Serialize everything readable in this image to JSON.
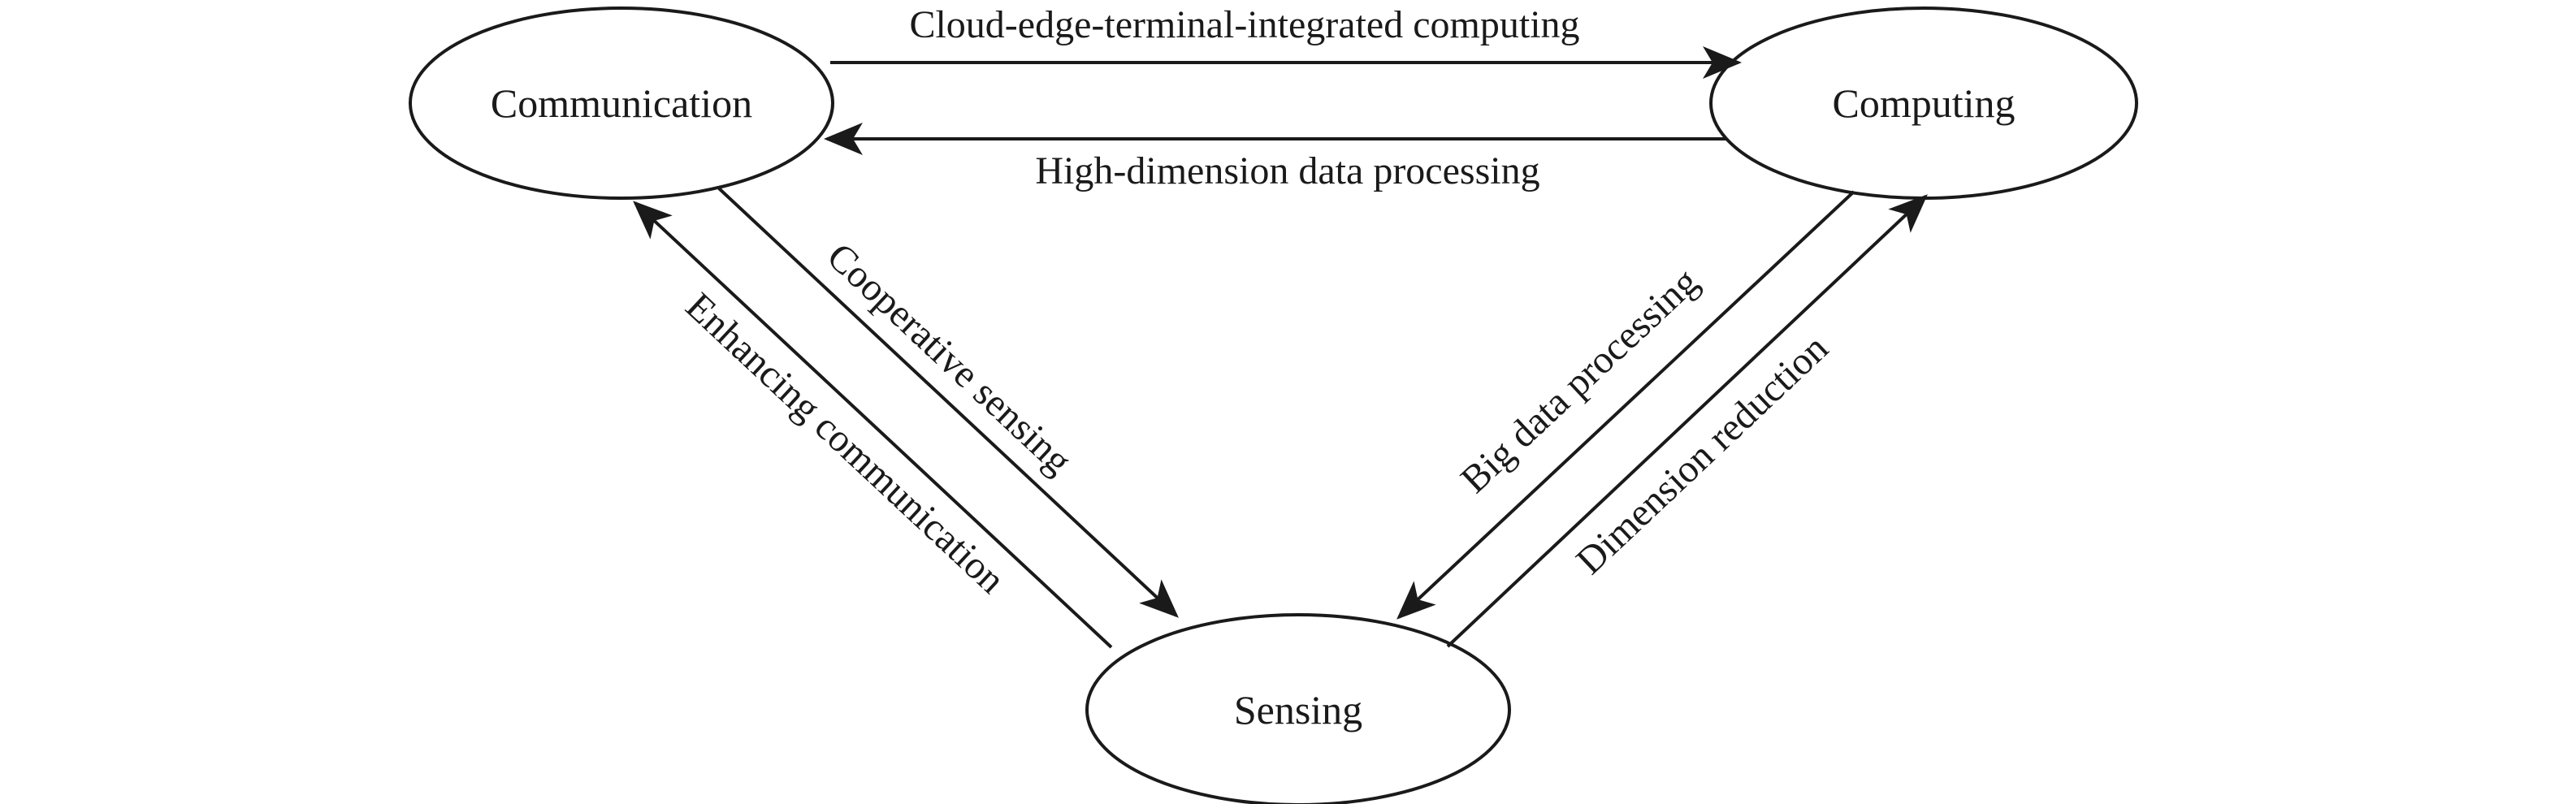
{
  "nodes": {
    "communication": {
      "label": "Communication"
    },
    "computing": {
      "label": "Computing"
    },
    "sensing": {
      "label": "Sensing"
    }
  },
  "edges": {
    "cloud_edge_terminal": {
      "label": "Cloud-edge-terminal-integrated computing"
    },
    "high_dimension": {
      "label": "High-dimension data processing"
    },
    "cooperative_sensing": {
      "label": "Cooperative sensing"
    },
    "enhancing_communication": {
      "label": "Enhancing communication"
    },
    "big_data_processing": {
      "label": "Big data processing"
    },
    "dimension_reduction": {
      "label": "Dimension reduction"
    }
  }
}
